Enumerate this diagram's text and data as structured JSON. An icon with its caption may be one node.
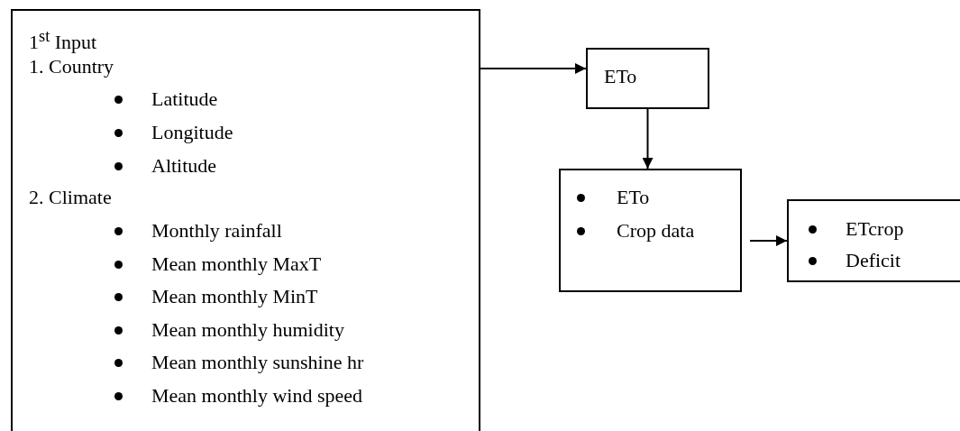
{
  "diagram": {
    "nodes": [
      {
        "text": [
          "1$^{st}$ Input",
          "1. Country",
          "Latitude",
          "Longitude",
          "Altitude",
          "2. Climate",
          "Monthly rainfall",
          "Mean monthly MaxT",
          "Mean monthly MinT",
          "Mean monthly humidity",
          "Mean monthly sunshine hr",
          "Mean monthly wind speed"
        ]
      },
      {
        "text": [
          "ETo"
        ]
      },
      {
        "text": [
          "ETo",
          "Crop data"
        ]
      },
      {
        "text": [
          "ETcrop",
          "Deficit"
        ]
      }
    ],
    "edges": [
      {
        "from": 0,
        "to": 1,
        "arrow": "to"
      },
      {
        "from": 1,
        "to": 2,
        "arrow": "to"
      },
      {
        "from": 2,
        "to": 3,
        "arrow": "to"
      }
    ]
  }
}
